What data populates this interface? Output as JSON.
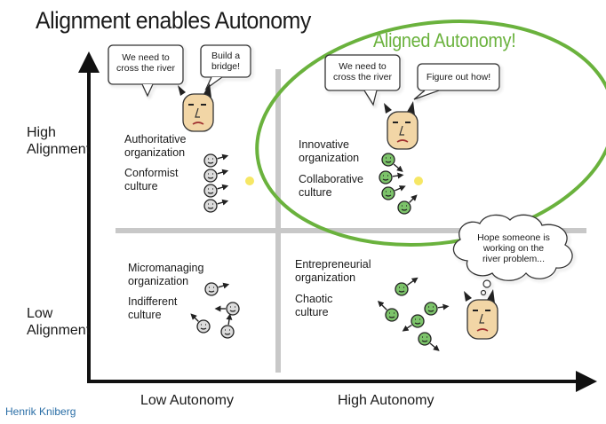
{
  "title": "Alignment enables Autonomy",
  "highlight": {
    "label": "Aligned Autonomy!",
    "color": "#6ab23d"
  },
  "axes": {
    "y_high": [
      "High",
      "Alignment"
    ],
    "y_low": [
      "Low",
      "Alignment"
    ],
    "x_low": "Low Autonomy",
    "x_high": "High Autonomy"
  },
  "quadrants": {
    "top_left": {
      "org": [
        "Authoritative",
        "organization"
      ],
      "culture": [
        "Conformist",
        "culture"
      ],
      "bubbles": [
        [
          "We need to",
          "cross the river"
        ],
        [
          "Build a",
          "bridge!"
        ]
      ]
    },
    "top_right": {
      "org": [
        "Innovative",
        "organization"
      ],
      "culture": [
        "Collaborative",
        "culture"
      ],
      "bubbles": [
        [
          "We need to",
          "cross the river"
        ],
        [
          "Figure out how!"
        ]
      ]
    },
    "bottom_left": {
      "org": [
        "Micromanaging",
        "organization"
      ],
      "culture": [
        "Indifferent",
        "culture"
      ]
    },
    "bottom_right": {
      "org": [
        "Entrepreneurial",
        "organization"
      ],
      "culture": [
        "Chaotic",
        "culture"
      ],
      "thought": [
        "Hope someone is",
        "working on the",
        "river problem..."
      ]
    }
  },
  "author": "Henrik Kniberg",
  "colors": {
    "author": "#2a6ea6",
    "smiley_green": "#7cc36a",
    "face": "#f2d6a6",
    "grid": "#c8c8c8"
  }
}
